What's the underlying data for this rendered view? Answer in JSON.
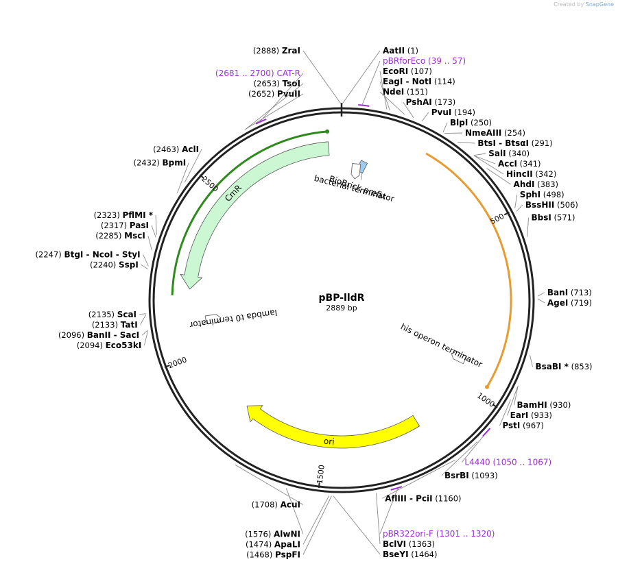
{
  "credit": {
    "prefix": "Created by",
    "brand": "SnapGene"
  },
  "plasmid": {
    "name": "pBP-lldR",
    "length_label": "2889 bp",
    "length": 2889
  },
  "ticks": [
    {
      "label": "500",
      "pos": 500
    },
    {
      "label": "1000",
      "pos": 1000
    },
    {
      "label": "1500",
      "pos": 1500
    },
    {
      "label": "2000",
      "pos": 2000
    },
    {
      "label": "2500",
      "pos": 2500
    }
  ],
  "enzymes": [
    {
      "name": "ZraI",
      "pos": "(2888)",
      "site": 2888,
      "side": "L"
    },
    {
      "name": "AatII",
      "pos": "(1)",
      "site": 1,
      "side": "R"
    },
    {
      "name": "EcoRI",
      "pos": "(107)",
      "site": 107,
      "side": "R"
    },
    {
      "name": "EagI  -  NotI",
      "pos": "(114)",
      "site": 114,
      "side": "R"
    },
    {
      "name": "NdeI",
      "pos": "(151)",
      "site": 151,
      "side": "R"
    },
    {
      "name": "PshAI",
      "pos": "(173)",
      "site": 173,
      "side": "R"
    },
    {
      "name": "PvuI",
      "pos": "(194)",
      "site": 194,
      "side": "R"
    },
    {
      "name": "BlpI",
      "pos": "(250)",
      "site": 250,
      "side": "R"
    },
    {
      "name": "NmeAIII",
      "pos": "(254)",
      "site": 254,
      "side": "R"
    },
    {
      "name": "BtsI  -  BtsαI",
      "pos": "(291)",
      "site": 291,
      "side": "R"
    },
    {
      "name": "SalI",
      "pos": "(340)",
      "site": 340,
      "side": "R"
    },
    {
      "name": "AccI",
      "pos": "(341)",
      "site": 341,
      "side": "R"
    },
    {
      "name": "HincII",
      "pos": "(342)",
      "site": 342,
      "side": "R"
    },
    {
      "name": "AhdI",
      "pos": "(383)",
      "site": 383,
      "side": "R"
    },
    {
      "name": "SphI",
      "pos": "(498)",
      "site": 498,
      "side": "R"
    },
    {
      "name": "BssHII",
      "pos": "(506)",
      "site": 506,
      "side": "R"
    },
    {
      "name": "BbsI",
      "pos": "(571)",
      "site": 571,
      "side": "R"
    },
    {
      "name": "BanI",
      "pos": "(713)",
      "site": 713,
      "side": "R"
    },
    {
      "name": "AgeI",
      "pos": "(719)",
      "site": 719,
      "side": "R"
    },
    {
      "name": "BsaBI *",
      "pos": "(853)",
      "site": 853,
      "side": "R"
    },
    {
      "name": "BamHI",
      "pos": "(930)",
      "site": 930,
      "side": "R"
    },
    {
      "name": "EarI",
      "pos": "(933)",
      "site": 933,
      "side": "R"
    },
    {
      "name": "PstI",
      "pos": "(967)",
      "site": 967,
      "side": "R"
    },
    {
      "name": "BsrBI",
      "pos": "(1093)",
      "site": 1093,
      "side": "R"
    },
    {
      "name": "AflIII  -  PciI",
      "pos": "(1160)",
      "site": 1160,
      "side": "R"
    },
    {
      "name": "BclVI",
      "pos": "(1363)",
      "site": 1363,
      "side": "R"
    },
    {
      "name": "BseYI",
      "pos": "(1464)",
      "site": 1464,
      "side": "R"
    },
    {
      "name": "PspFI",
      "pos": "(1468)",
      "site": 1468,
      "side": "L"
    },
    {
      "name": "ApaLI",
      "pos": "(1474)",
      "site": 1474,
      "side": "L"
    },
    {
      "name": "AlwNI",
      "pos": "(1576)",
      "site": 1576,
      "side": "L"
    },
    {
      "name": "AcuI",
      "pos": "(1708)",
      "site": 1708,
      "side": "L"
    },
    {
      "name": "Eco53kI",
      "pos": "(2094)",
      "site": 2094,
      "side": "L"
    },
    {
      "name": "BanII  -  SacI",
      "pos": "(2096)",
      "site": 2096,
      "side": "L"
    },
    {
      "name": "TatI",
      "pos": "(2133)",
      "site": 2133,
      "side": "L"
    },
    {
      "name": "ScaI",
      "pos": "(2135)",
      "site": 2135,
      "side": "L"
    },
    {
      "name": "SspI",
      "pos": "(2240)",
      "site": 2240,
      "side": "L"
    },
    {
      "name": "BtgI  -  NcoI  -  StyI",
      "pos": "(2247)",
      "site": 2247,
      "side": "L"
    },
    {
      "name": "MscI",
      "pos": "(2285)",
      "site": 2285,
      "side": "L"
    },
    {
      "name": "PasI",
      "pos": "(2317)",
      "site": 2317,
      "side": "L"
    },
    {
      "name": "PflMI *",
      "pos": "(2323)",
      "site": 2323,
      "side": "L"
    },
    {
      "name": "BpmI",
      "pos": "(2432)",
      "site": 2432,
      "side": "L"
    },
    {
      "name": "AclI",
      "pos": "(2463)",
      "site": 2463,
      "side": "L"
    },
    {
      "name": "PvuII",
      "pos": "(2652)",
      "site": 2652,
      "side": "L"
    },
    {
      "name": "TsoI",
      "pos": "(2653)",
      "site": 2653,
      "side": "L"
    }
  ],
  "primers": [
    {
      "name": "pBRforEco",
      "range": "(39 .. 57)",
      "start": 39,
      "end": 57,
      "side": "R"
    },
    {
      "name": "L4440",
      "range": "(1050 .. 1067)",
      "start": 1050,
      "end": 1067,
      "side": "R"
    },
    {
      "name": "pBR322ori-F",
      "range": "(1301 .. 1320)",
      "start": 1301,
      "end": 1320,
      "side": "R"
    },
    {
      "name": "CAT-R",
      "range": "(2681 .. 2700)",
      "range_first": true,
      "start": 2681,
      "end": 2700,
      "side": "L"
    }
  ],
  "features": [
    {
      "name": "BioBrick prefix",
      "start": 58,
      "end": 79,
      "color": "#9ecbf0",
      "kind": "box"
    },
    {
      "name": "bacterial terminator",
      "start": 20,
      "end": 80,
      "color": "#ffffff",
      "kind": "terminator"
    },
    {
      "name": "lambda t0 terminator",
      "start": 2050,
      "end": 2150,
      "color": "#ffffff",
      "kind": "terminator"
    },
    {
      "name": "his operon terminator",
      "start": 900,
      "end": 960,
      "color": "#ffffff",
      "kind": "terminator"
    },
    {
      "name": "ori",
      "start": 1190,
      "end": 1780,
      "color": "#ffff00",
      "kind": "arrow"
    },
    {
      "name": "CmR",
      "start": 2200,
      "end": 2850,
      "color": "#ccf7d3",
      "kind": "arrow"
    }
  ],
  "orfs": [
    {
      "start": 240,
      "end": 970,
      "color": "#e89b30"
    },
    {
      "start": 2180,
      "end": 2850,
      "color": "#2f8a1e"
    }
  ]
}
